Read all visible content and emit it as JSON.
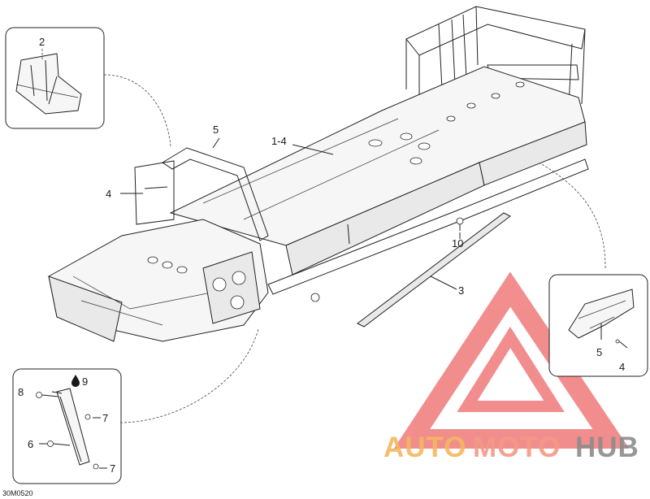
{
  "figure_code": "30M0520",
  "watermark": {
    "brand_parts": [
      "AUTO",
      "MOTO",
      "HUB"
    ],
    "colors": {
      "auto": "#f4b860",
      "moto": "#f29a86",
      "hub": "#8c8c8c",
      "triangle": "#f07a7a"
    }
  },
  "callouts": {
    "top_left_detail": "2",
    "bracket_top": "5",
    "main_tunnel": "1-4",
    "bracket_side": "4",
    "fastener_right": "10",
    "rail": "3",
    "right_detail_5": "5",
    "right_detail_4": "4",
    "bottom_8": "8",
    "bottom_9": "9",
    "bottom_7a": "7",
    "bottom_6": "6",
    "bottom_7b": "7"
  },
  "icons": {
    "drop": "drop-icon"
  }
}
